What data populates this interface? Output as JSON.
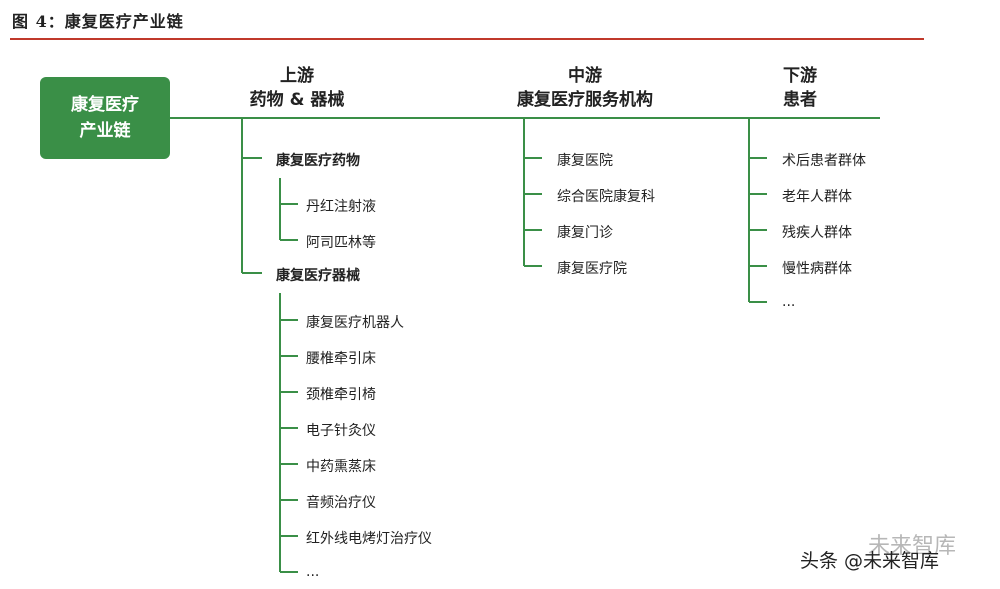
{
  "figure": {
    "title": "图 4：康复医疗产业链"
  },
  "root": {
    "line1": "康复医疗",
    "line2": "产业链"
  },
  "upstream": {
    "title": "上游",
    "subtitle": "药物 & 器械",
    "groups": [
      {
        "label": "康复医疗药物",
        "items": [
          "丹红注射液",
          "阿司匹林等"
        ]
      },
      {
        "label": "康复医疗器械",
        "items": [
          "康复医疗机器人",
          "腰椎牵引床",
          "颈椎牵引椅",
          "电子针灸仪",
          "中药熏蒸床",
          "音频治疗仪",
          "红外线电烤灯治疗仪",
          "..."
        ]
      }
    ]
  },
  "midstream": {
    "title": "中游",
    "subtitle": "康复医疗服务机构",
    "items": [
      "康复医院",
      "综合医院康复科",
      "康复门诊",
      "康复医疗院"
    ]
  },
  "downstream": {
    "title": "下游",
    "subtitle": "患者",
    "items": [
      "术后患者群体",
      "老年人群体",
      "残疾人群体",
      "慢性病群体",
      "..."
    ]
  },
  "watermark": {
    "source": "头条 @未来智库",
    "faint": "未来智库"
  },
  "colors": {
    "accent": "#3a8f47",
    "rule": "#c0392b"
  }
}
